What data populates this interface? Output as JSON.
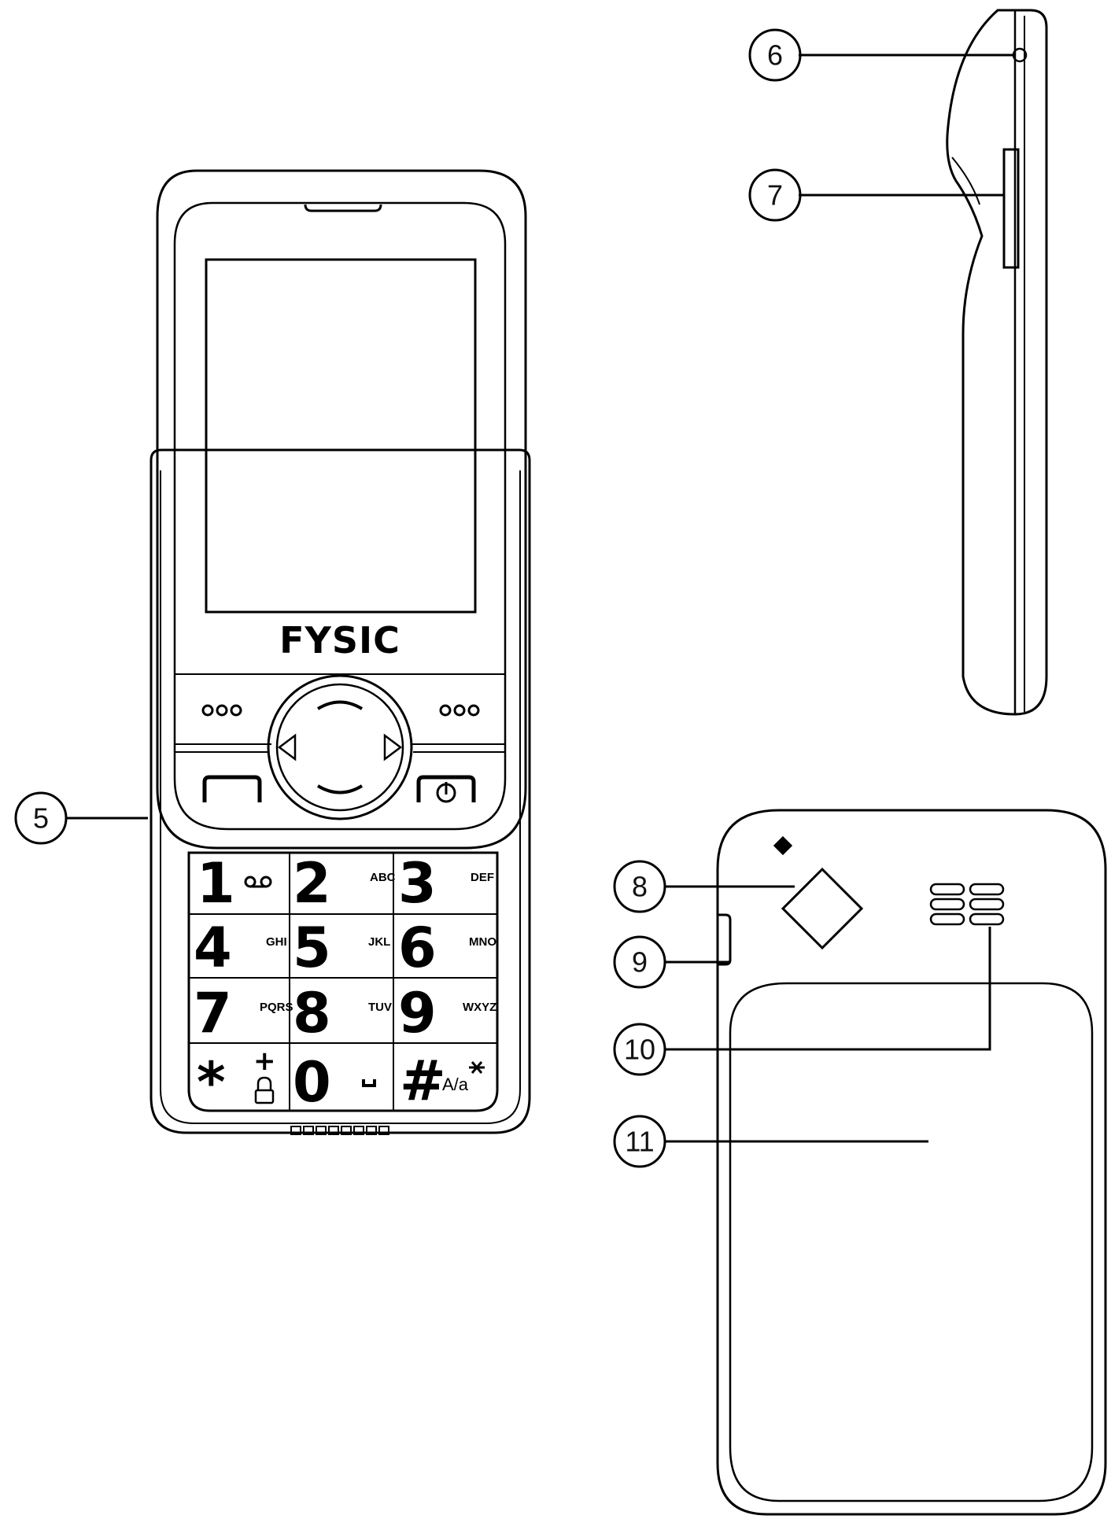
{
  "brand": {
    "logo_text": "FYSIC"
  },
  "callouts": [
    {
      "id": "5",
      "label": "5"
    },
    {
      "id": "6",
      "label": "6"
    },
    {
      "id": "7",
      "label": "7"
    },
    {
      "id": "8",
      "label": "8"
    },
    {
      "id": "9",
      "label": "9"
    },
    {
      "id": "10",
      "label": "10"
    },
    {
      "id": "11",
      "label": "11"
    }
  ],
  "keypad": {
    "keys": [
      {
        "digit": "1",
        "letters": ""
      },
      {
        "digit": "2",
        "letters": "ABC"
      },
      {
        "digit": "3",
        "letters": "DEF"
      },
      {
        "digit": "4",
        "letters": "GHI"
      },
      {
        "digit": "5",
        "letters": "JKL"
      },
      {
        "digit": "6",
        "letters": "MNO"
      },
      {
        "digit": "7",
        "letters": "PQRS"
      },
      {
        "digit": "8",
        "letters": "TUV"
      },
      {
        "digit": "9",
        "letters": "WXYZ"
      },
      {
        "digit": "*",
        "letters": "+"
      },
      {
        "digit": "0",
        "letters": ""
      },
      {
        "digit": "#",
        "letters": "A/a"
      }
    ]
  },
  "soft_keys": {
    "left_dots": "ooo",
    "right_dots": "ooo"
  }
}
